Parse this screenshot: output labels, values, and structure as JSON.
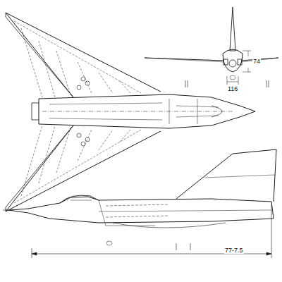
{
  "diagram": {
    "labels": [
      "74",
      "116",
      "77-7.5"
    ]
  }
}
